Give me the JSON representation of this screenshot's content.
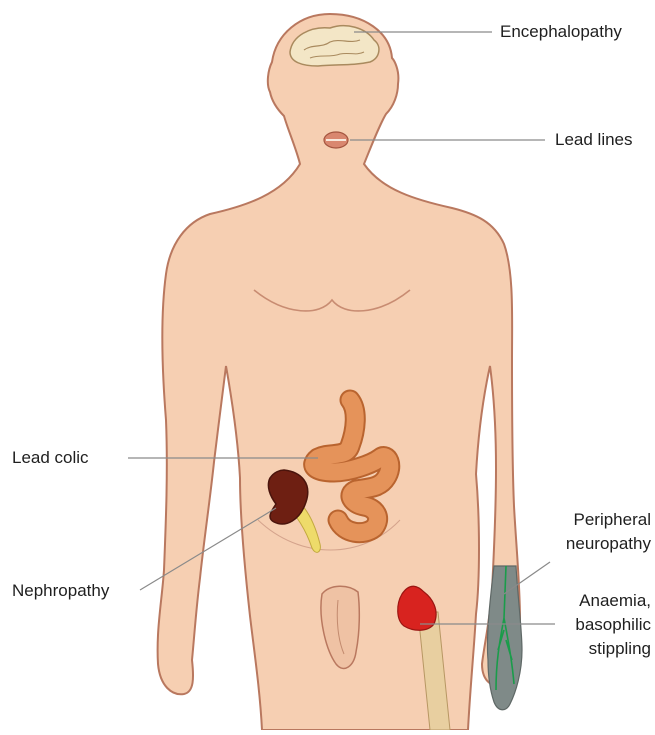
{
  "labels": {
    "encephalopathy": "Encephalopathy",
    "lead_lines": "Lead lines",
    "lead_colic": "Lead colic",
    "nephropathy": "Nephropathy",
    "peripheral_1": "Peripheral",
    "peripheral_2": "neuropathy",
    "anaemia_1": "Anaemia,",
    "anaemia_2": "basophilic",
    "anaemia_3": "stippling"
  },
  "colors": {
    "skin": "#f6cfb2",
    "outline": "#b9785f",
    "brain": "#f3e6c6",
    "intestine": "#e5935a",
    "kidney": "#6e1f12",
    "ureter": "#eedb6a",
    "bone_marrow": "#d8231f",
    "bone": "#e8cfa0",
    "hand_nerves": "#7f8a88",
    "nerve_green": "#1a9c4a",
    "leader": "#8a8a8a"
  }
}
